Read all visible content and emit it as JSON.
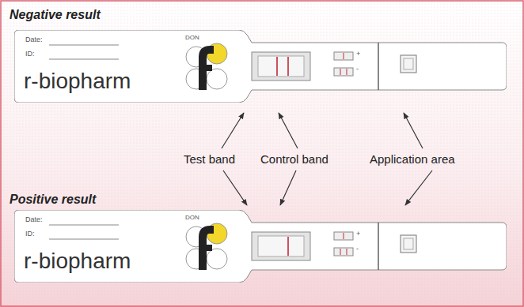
{
  "diagram": {
    "nodes": [
      {
        "text": [
          "Date:",
          "ID:",
          "DON",
          "r-biopharm",
          "+",
          "-"
        ]
      },
      {
        "text": [
          "Date:",
          "ID:",
          "DON",
          "r-biopharm",
          "+",
          "-"
        ]
      }
    ],
    "labels": [
      "Negative result",
      "Test band",
      "Control band",
      "Application area",
      "Positive result"
    ]
  }
}
